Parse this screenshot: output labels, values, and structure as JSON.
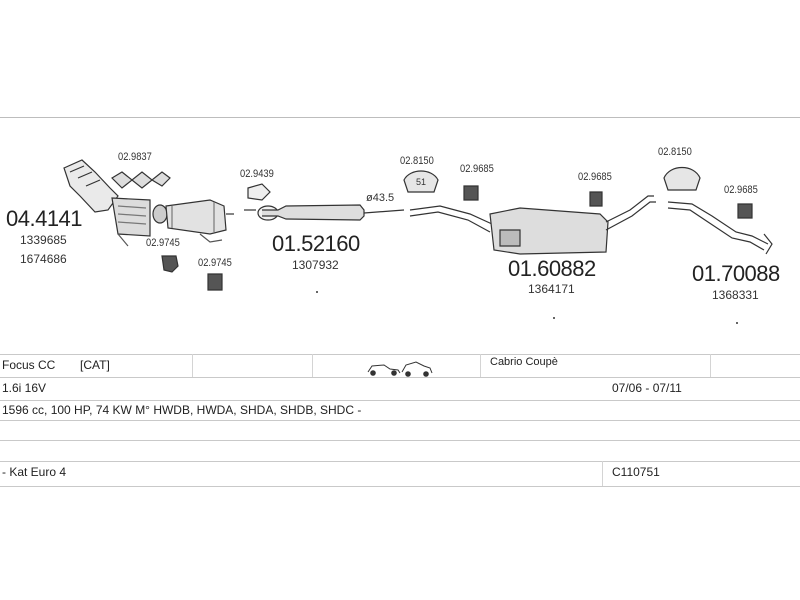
{
  "parts": {
    "front": {
      "number": "04.4141",
      "refs": [
        "1339685",
        "1674686"
      ]
    },
    "middle": {
      "number": "01.52160",
      "ref": "1307932"
    },
    "rear_mid": {
      "number": "01.60882",
      "ref": "1364171"
    },
    "rear": {
      "number": "01.70088",
      "ref": "1368331"
    }
  },
  "accessories": {
    "gasket_front": "02.9837",
    "mount_a": "02.9745",
    "mount_b": "02.9745",
    "clamp_a": "02.9439",
    "clamp_b": "02.8150",
    "hanger_a": "02.9685",
    "hanger_b": "02.9685",
    "clamp_c": "02.8150",
    "hanger_c": "02.9685"
  },
  "dimension_label": "ø43.5",
  "clamp_size_label": "51",
  "vehicle": {
    "model": "Focus CC",
    "tag": "[CAT]",
    "body_type": "Cabrio Coupè",
    "engine": "1.6i 16V",
    "years": "07/06 - 07/11",
    "spec": "1596 cc, 100 HP, 74 KW M° HWDB, HWDA, SHDA, SHDB, SHDC -",
    "emission": "- Kat Euro 4",
    "code": "C110751"
  }
}
